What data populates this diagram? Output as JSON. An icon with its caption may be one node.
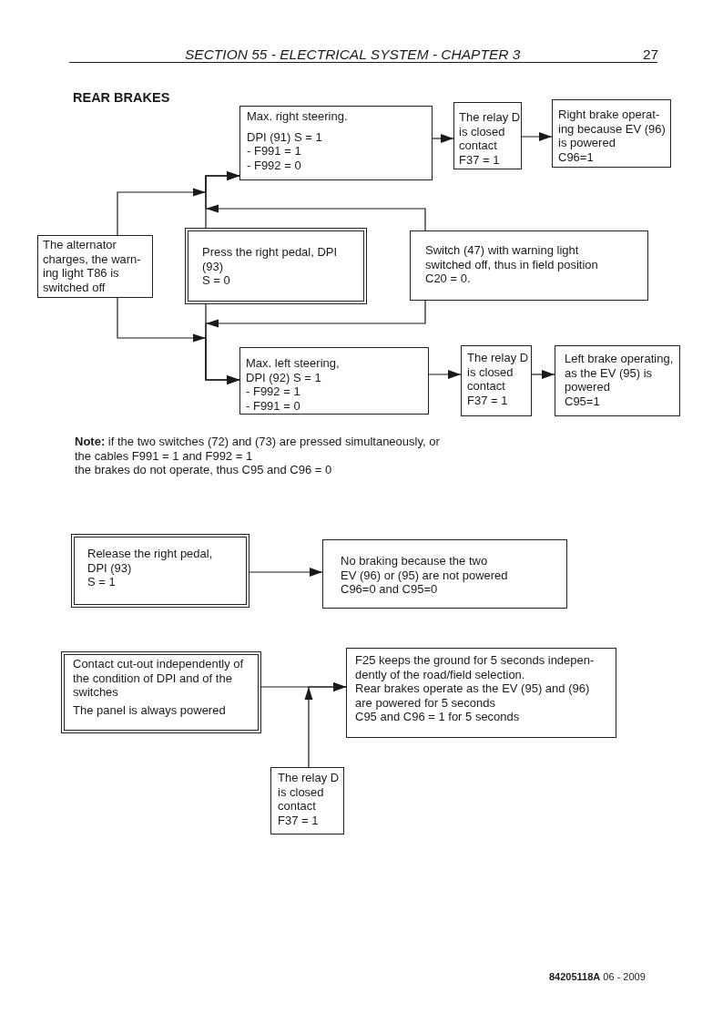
{
  "diagram": {
    "title": "REAR BRAKES",
    "nodes": [
      {
        "text": [
          "Max. right steering.",
          "DPI (91) S = 1 - F991 = 1 - F992 = 0"
        ]
      },
      {
        "text": [
          "The relay D is closed contact",
          "F37 = 1"
        ]
      },
      {
        "text": [
          "Right brake operat- ing because EV (96) is powered",
          "C96=1"
        ]
      },
      {
        "text": [
          "The alternator charges, the warn- ing light T86 is switched off"
        ]
      },
      {
        "text": [
          "Press the right pedal, DPI (93)",
          "S = 0"
        ]
      },
      {
        "text": [
          "Switch (47) with warning light switched off, thus in field position C20 = 0."
        ]
      },
      {
        "text": [
          "Max. left steering,",
          "DPI (92) S = 1 - F992 = 1 - F991 = 0"
        ]
      },
      {
        "text": [
          "The relay D is closed contact",
          "F37 = 1"
        ]
      },
      {
        "text": [
          "Left brake operating, as the EV (95) is powered",
          "C95=1"
        ]
      },
      {
        "text": [
          "Release the right pedal, DPI (93)",
          "S = 1"
        ]
      },
      {
        "text": [
          "No braking because the two EV (96) or (95) are not powered",
          "C96=0 and C95=0"
        ]
      },
      {
        "text": [
          "Contact cut-out independently of the condition of DPI and of the switches",
          "The panel is always powered"
        ]
      },
      {
        "text": [
          "F25 keeps the ground for 5 seconds indepen- dently of the road/field selection.",
          "Rear brakes operate as the EV (95) and (96) are powered for 5 seconds",
          "C95 and C96 = 1 for 5 seconds"
        ]
      },
      {
        "text": [
          "The relay D is closed contact",
          "F37 = 1"
        ]
      }
    ],
    "edges": [
      {
        "from": 0,
        "to": 1,
        "arrow": "to"
      },
      {
        "from": 1,
        "to": 2,
        "arrow": "to"
      },
      {
        "from": 3,
        "to": 0,
        "arrow": "to"
      },
      {
        "from": 4,
        "to": 0,
        "arrow": "to"
      },
      {
        "from": 5,
        "to": 0,
        "arrow": "to"
      },
      {
        "from": 3,
        "to": 6,
        "arrow": "to"
      },
      {
        "from": 4,
        "to": 6,
        "arrow": "to"
      },
      {
        "from": 5,
        "to": 6,
        "arrow": "to"
      },
      {
        "from": 6,
        "to": 7,
        "arrow": "to"
      },
      {
        "from": 7,
        "to": 8,
        "arrow": "to"
      },
      {
        "from": 9,
        "to": 10,
        "arrow": "to"
      },
      {
        "from": 11,
        "to": 12,
        "arrow": "to"
      },
      {
        "from": 13,
        "to": 12,
        "arrow": "to"
      }
    ],
    "labels": [
      "SECTION 55 - ELECTRICAL SYSTEM - CHAPTER 3",
      "27",
      "**Note:** if the two switches (72) and (73) are pressed simultaneously, or the cables F991 = 1 and F992 = 1 the brakes do not operate, thus C95 and C96 = 0",
      "**84205118A** 06 - 2009"
    ]
  }
}
